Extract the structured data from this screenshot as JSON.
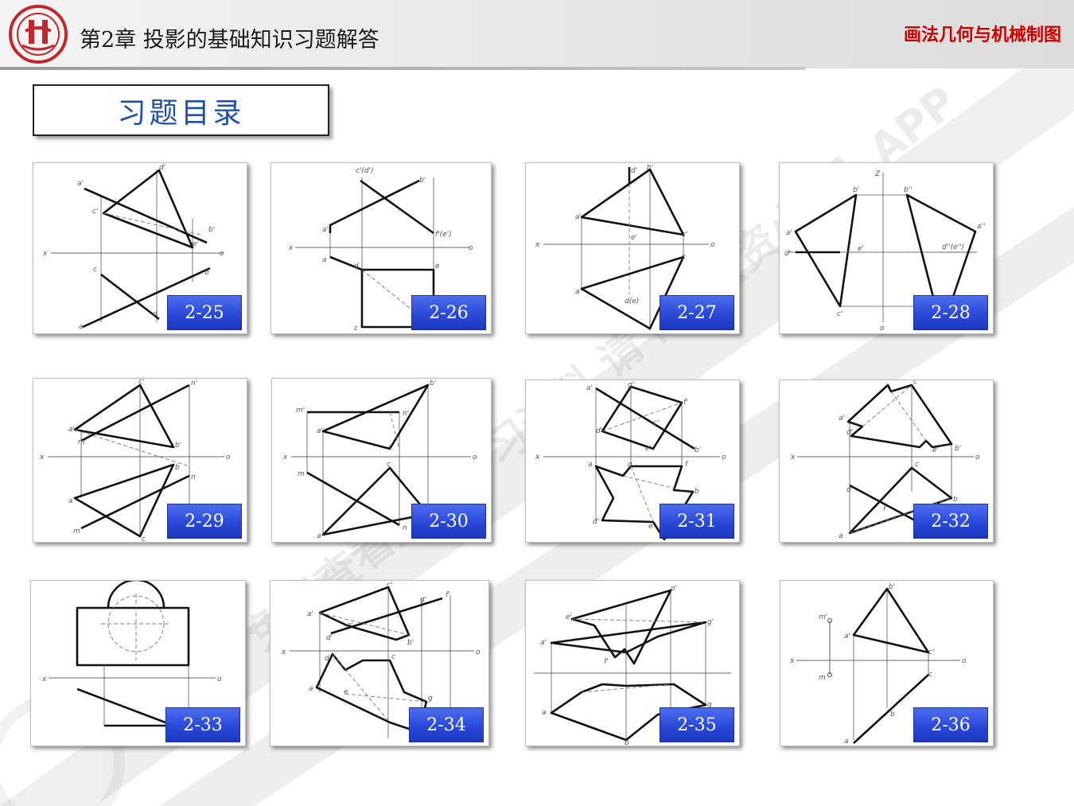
{
  "header": {
    "title": "第2章  投影的基础知识习题解答",
    "subject": "画法几何与机械制图"
  },
  "section_label": "习题目录",
  "exercises": [
    {
      "id": "2-25"
    },
    {
      "id": "2-26"
    },
    {
      "id": "2-27"
    },
    {
      "id": "2-28"
    },
    {
      "id": "2-29"
    },
    {
      "id": "2-30"
    },
    {
      "id": "2-31"
    },
    {
      "id": "2-32"
    },
    {
      "id": "2-33"
    },
    {
      "id": "2-34"
    },
    {
      "id": "2-35"
    },
    {
      "id": "2-36"
    }
  ],
  "watermark": "免费查看完整学习资料 请下载【资小料】APP",
  "colors": {
    "subject_red": "#cc0000",
    "section_blue": "#1f4fa8",
    "badge_blue": "#2a49d8"
  }
}
